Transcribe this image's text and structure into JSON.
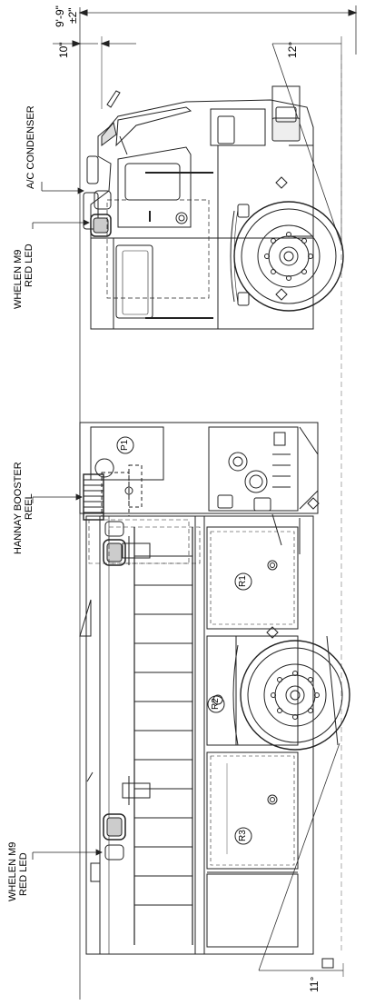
{
  "labels": {
    "ac_condenser": "A/C CONDENSER",
    "whelen_front_l1": "WHELEN M9",
    "whelen_front_l2": "RED LED",
    "hannay_l1": "HANNAY BOOSTER",
    "hannay_l2": "REEL",
    "whelen_rear_l1": "WHELEN M9",
    "whelen_rear_l2": "RED LED"
  },
  "dimensions": {
    "height": "9'-9\"",
    "height_tol": "±2\"",
    "top_offset": "10\"",
    "approach_angle": "12°",
    "departure_angle": "11°"
  },
  "compartments": {
    "p1": "P1",
    "r1": "R1",
    "r2": "R2",
    "r3": "R3"
  }
}
